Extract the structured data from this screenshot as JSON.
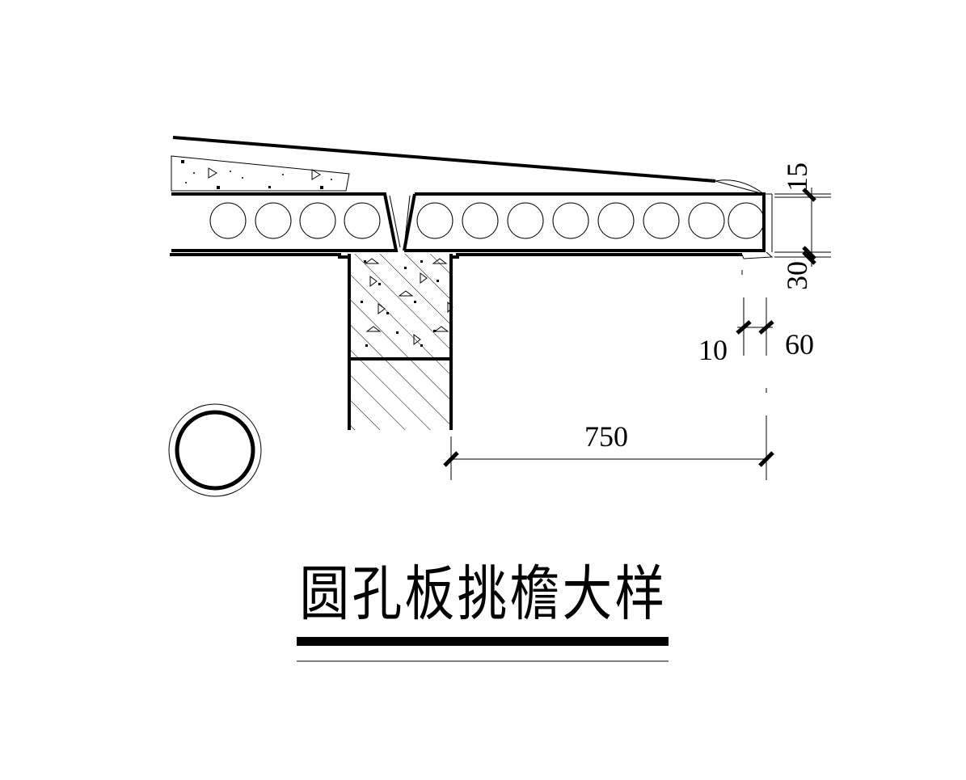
{
  "drawing": {
    "title": "圆孔板挑檐大样",
    "dimensions": {
      "overhang": "750",
      "top_thickness": "15",
      "bottom_thickness": "30",
      "drip_left": "10",
      "drip_right": "60"
    }
  },
  "colors": {
    "line": "#000000",
    "background": "#ffffff"
  }
}
